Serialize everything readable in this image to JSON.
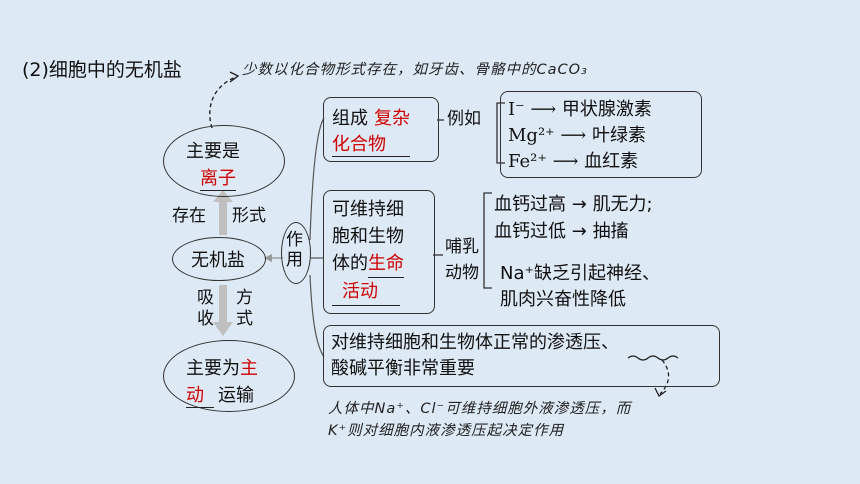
{
  "heading": "(2)细胞中的无机盐",
  "note_top": "少数以化合物形式存在，如牙齿、骨骼中的CaCO₃",
  "main_form": {
    "prefix": "主要是",
    "answer": "离子"
  },
  "arrow_up_label": {
    "left": "存在",
    "right": "形式"
  },
  "center": "无机盐",
  "arrow_down_label": {
    "left": "吸收",
    "right": "方式"
  },
  "absorb": {
    "prefix": "主要为",
    "answer_1": "主",
    "answer_2": "动",
    "suffix": "运输"
  },
  "role_label": "作用",
  "role1": {
    "prefix": "组成",
    "answer": "复杂化合物",
    "answer_a": "复杂",
    "answer_b": "化合物",
    "example": "例如"
  },
  "examples": [
    {
      "ion": "I⁻",
      "arrow": "⟶",
      "result": "甲状腺激素"
    },
    {
      "ion": "Mg²⁺",
      "arrow": "⟶",
      "result": "叶绿素"
    },
    {
      "ion": "Fe²⁺",
      "arrow": "⟶",
      "result": "血红素"
    }
  ],
  "role2": {
    "line1": "可维持细",
    "line2": "胞和生物",
    "line3_prefix": "体的",
    "answer_a": "生命",
    "answer_b": "活动"
  },
  "mammal": "哺乳动物",
  "mammal_1": "哺乳",
  "mammal_2": "动物",
  "effects": [
    {
      "cond": "血钙过高",
      "arrow": "→",
      "result": "肌无力;"
    },
    {
      "cond": "血钙过低",
      "arrow": "→",
      "result": "抽搐"
    }
  ],
  "effect3_line1": "Na⁺缺乏引起神经、",
  "effect3_line2": "肌肉兴奋性降低",
  "role3": {
    "line1_prefix": "对维持细胞和生物体正常的",
    "line1_key": "渗透压",
    "line1_suffix": "、",
    "line2": "酸碱平衡非常重要"
  },
  "note_bottom_1": "人体中Na⁺、Cl⁻可维持细胞外液渗透压，而",
  "note_bottom_2": "K⁺则对细胞内液渗透压起决定作用"
}
